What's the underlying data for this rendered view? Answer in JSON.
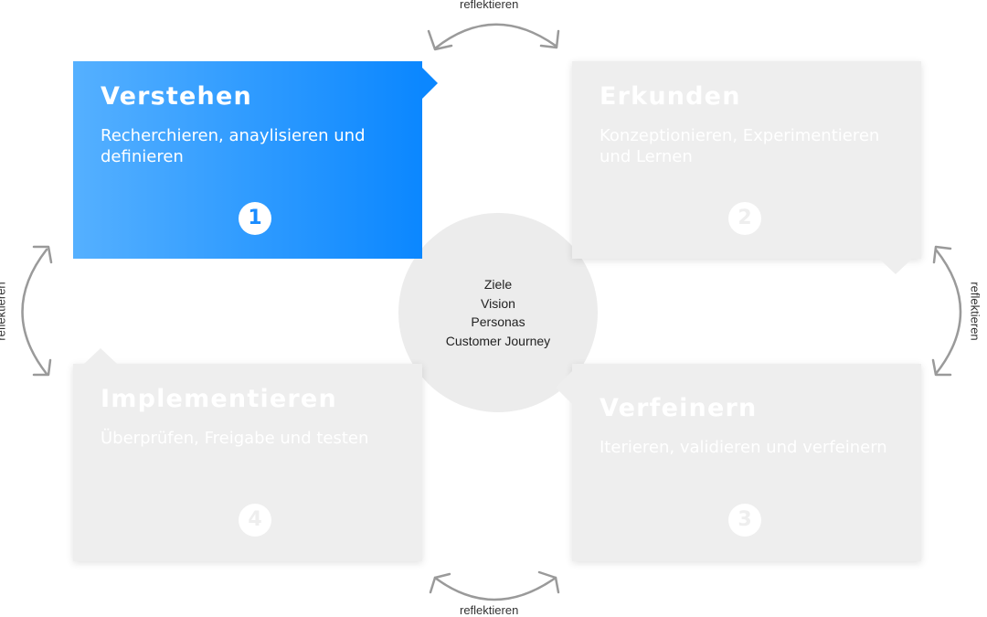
{
  "center": {
    "items": [
      "Ziele",
      "Vision",
      "Personas",
      "Customer Journey"
    ]
  },
  "cards": {
    "verstehen": {
      "title": "Verstehen",
      "desc": "Recherchieren, anaylisieren und definieren",
      "num": "1"
    },
    "erkunden": {
      "title": "Erkunden",
      "desc": "Konzeptionieren, Experimentieren und Lernen",
      "num": "2"
    },
    "verfeinern": {
      "title": "Verfeinern",
      "desc": "Iterieren, validieren und verfeinern",
      "num": "3"
    },
    "implementieren": {
      "title": "Implementieren",
      "desc": "Überprüfen, Freigabe und testen",
      "num": "4"
    }
  },
  "reflect": {
    "top": "reflektieren",
    "bottom": "reflektieren",
    "left": "reflektieren",
    "right": "reflektieren"
  },
  "colors": {
    "active_start": "#55b0ff",
    "active_end": "#0b87ff",
    "inactive": "#eeeeee",
    "arrow": "#9a9a9a"
  }
}
